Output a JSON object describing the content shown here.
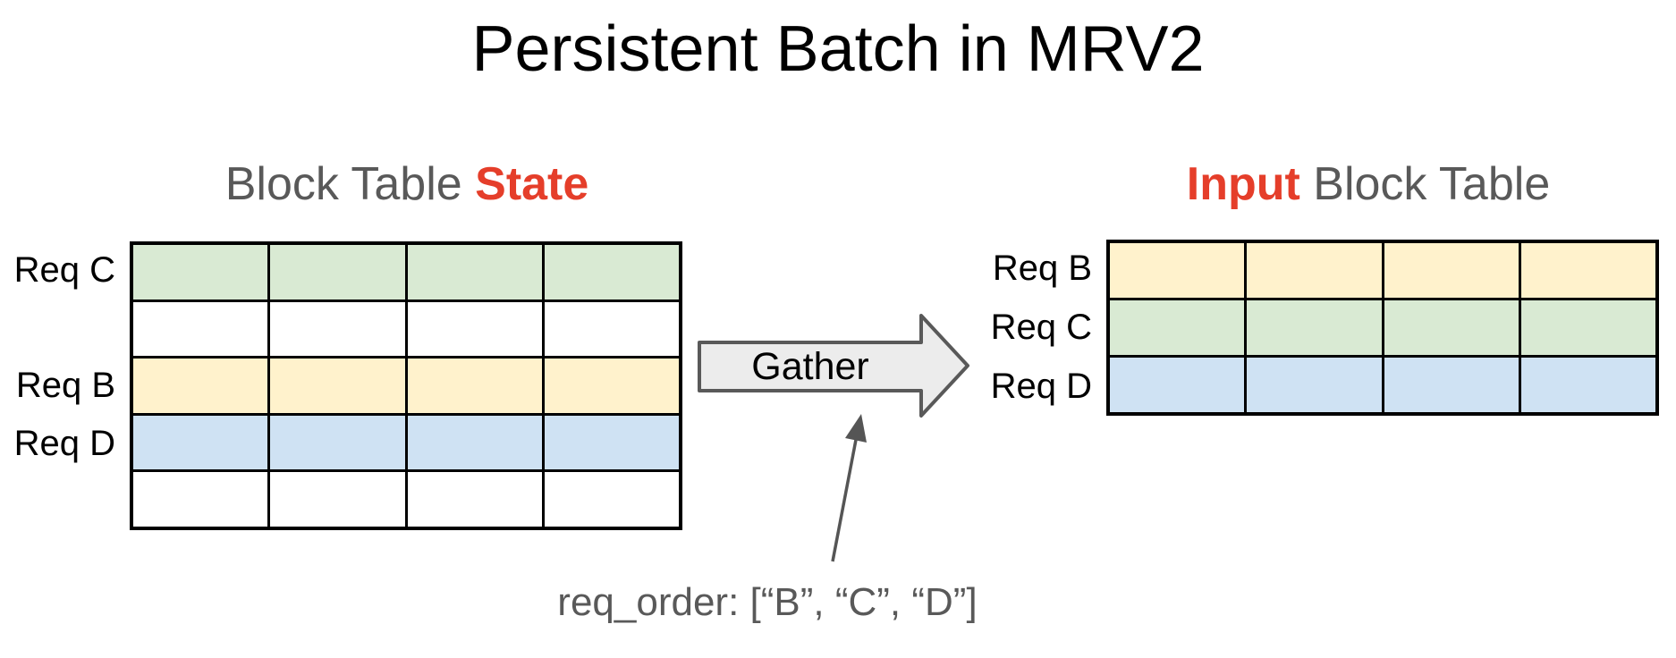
{
  "title": "Persistent Batch in MRV2",
  "left_table": {
    "title_prefix": "Block Table ",
    "title_emphasis": "State",
    "columns": 4,
    "rows": [
      {
        "label": "Req C",
        "color": "#d9ead3"
      },
      {
        "label": "",
        "color": "#ffffff"
      },
      {
        "label": "Req B",
        "color": "#fff2cc"
      },
      {
        "label": "Req D",
        "color": "#cfe2f3"
      },
      {
        "label": "",
        "color": "#ffffff"
      }
    ]
  },
  "right_table": {
    "title_emphasis": "Input",
    "title_suffix": " Block Table",
    "columns": 4,
    "rows": [
      {
        "label": "Req B",
        "color": "#fff2cc"
      },
      {
        "label": "Req C",
        "color": "#d9ead3"
      },
      {
        "label": "Req D",
        "color": "#cfe2f3"
      }
    ]
  },
  "gather_arrow": {
    "label": "Gather"
  },
  "annotation": {
    "text": "req_order: [“B”, “C”, “D”]"
  },
  "colors": {
    "background": "#ffffff",
    "title_black": "#000000",
    "header_gray": "#595959",
    "emphasis_red": "#e53e2a",
    "table_border": "#000000",
    "row_green": "#d9ead3",
    "row_yellow": "#fff2cc",
    "row_blue": "#cfe2f3",
    "arrow_fill": "#ececec",
    "arrow_stroke": "#595959",
    "annotation_gray": "#555555"
  }
}
